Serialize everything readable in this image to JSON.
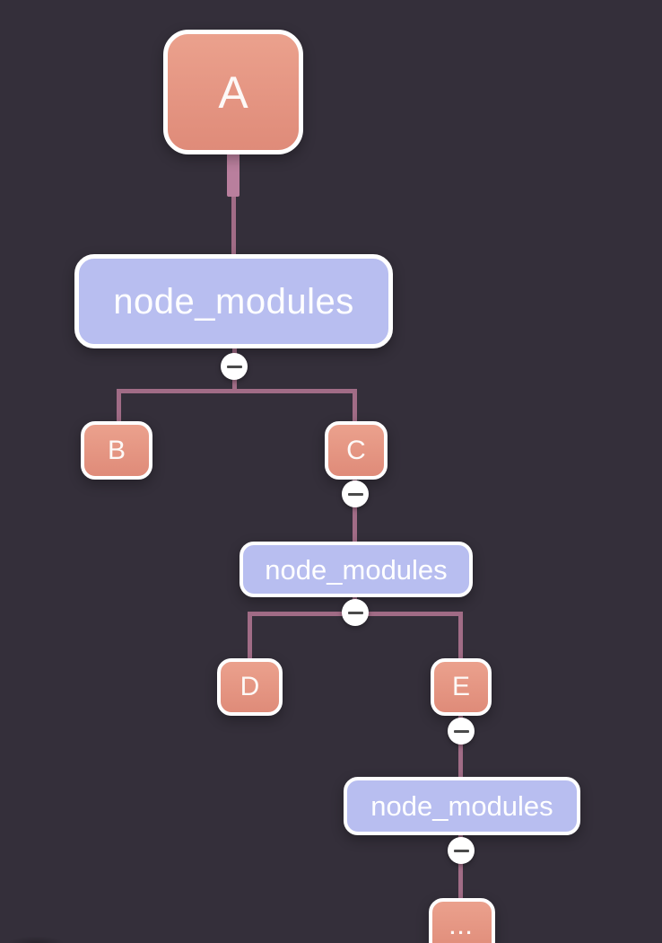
{
  "colors": {
    "background": "#342f3a",
    "package_fill_top": "#eba18d",
    "package_fill_bottom": "#df8b79",
    "folder_fill": "#b8bef0",
    "node_border": "#ffffff",
    "node_text": "#fdf9f7",
    "edge": "#a16c86",
    "edge_trunk": "#b97f9d",
    "collapse_fill": "#ffffff",
    "collapse_glyph_color": "#4a4a4a"
  },
  "icons": {
    "collapse": "minus-circle-icon"
  },
  "nodes": {
    "a": {
      "label": "A",
      "type": "package"
    },
    "nm1": {
      "label": "node_modules",
      "type": "folder"
    },
    "b": {
      "label": "B",
      "type": "package"
    },
    "c": {
      "label": "C",
      "type": "package"
    },
    "nm2": {
      "label": "node_modules",
      "type": "folder"
    },
    "d": {
      "label": "D",
      "type": "package"
    },
    "e": {
      "label": "E",
      "type": "package"
    },
    "nm3": {
      "label": "node_modules",
      "type": "folder"
    },
    "ellipsis": {
      "label": "...",
      "type": "package"
    }
  }
}
